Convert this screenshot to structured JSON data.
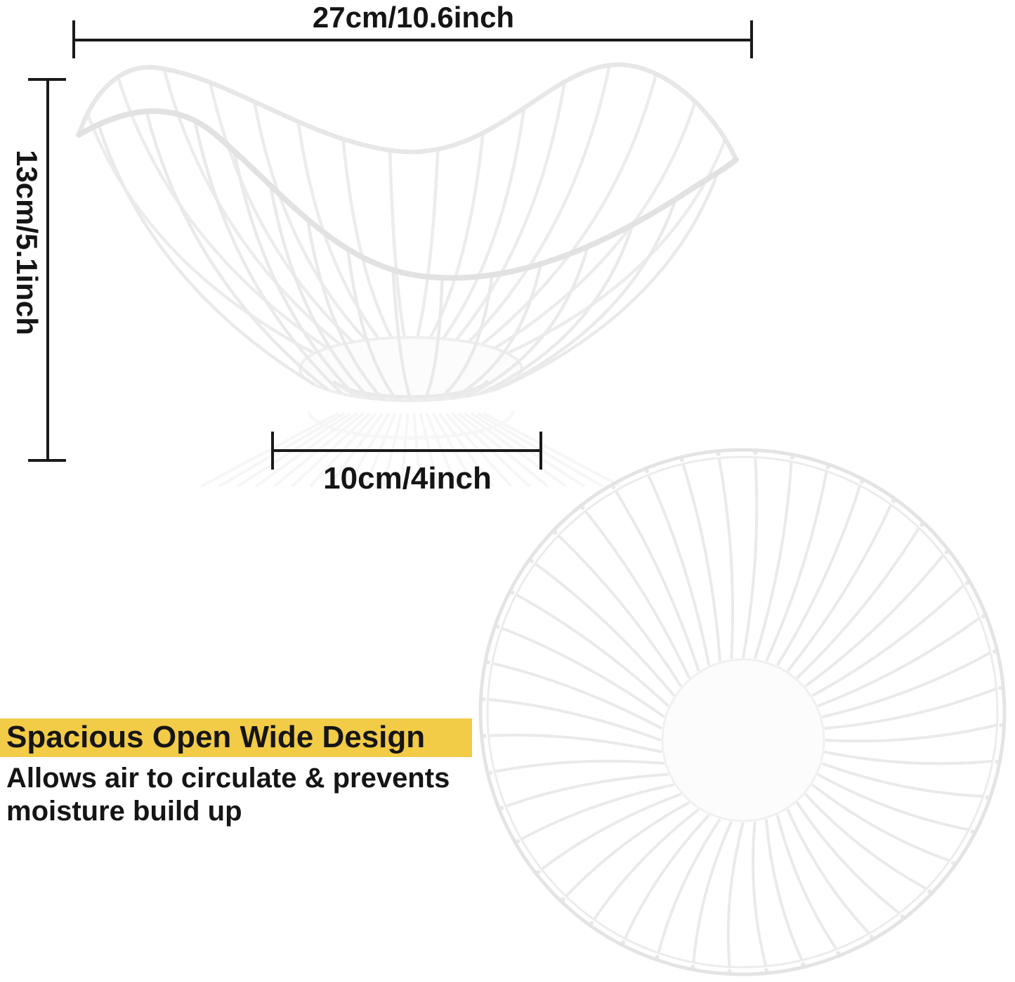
{
  "dimensions": {
    "width_label": "27cm/10.6inch",
    "height_label": "13cm/5.1inch",
    "base_label": "10cm/4inch",
    "line_color": "#1a1a1a",
    "text_color": "#151515"
  },
  "feature": {
    "headline": "Spacious Open Wide Design",
    "description_line1": "Allows air to circulate & prevents",
    "description_line2": "moisture build up",
    "highlight_color": "#F2CB47",
    "text_color": "#151515"
  },
  "product": {
    "wire_color": "#eaeaea",
    "rim_color": "#e2e2e2",
    "back_rim_color": "#e7e7e7",
    "base_fill": "#fcfcfc",
    "base_stroke": "#eeeeee",
    "reflection_color": "#f0f0f0",
    "background": "#ffffff"
  }
}
